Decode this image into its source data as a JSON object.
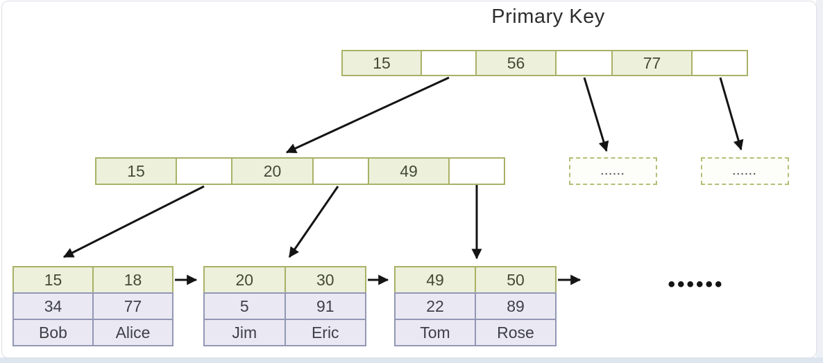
{
  "title": "Primary Key",
  "root_node": {
    "cells": [
      "15",
      "",
      "56",
      "",
      "77",
      ""
    ]
  },
  "internal_node": {
    "cells": [
      "15",
      "",
      "20",
      "",
      "49",
      ""
    ]
  },
  "dashed_boxes": [
    {
      "label": "......"
    },
    {
      "label": "......"
    }
  ],
  "leaf_tables": [
    {
      "keys": [
        "15",
        "18"
      ],
      "row2": [
        "34",
        "77"
      ],
      "row3": [
        "Bob",
        "Alice"
      ]
    },
    {
      "keys": [
        "20",
        "30"
      ],
      "row2": [
        "5",
        "91"
      ],
      "row3": [
        "Jim",
        "Eric"
      ]
    },
    {
      "keys": [
        "49",
        "50"
      ],
      "row2": [
        "22",
        "89"
      ],
      "row3": [
        "Tom",
        "Rose"
      ]
    }
  ],
  "leaf_ellipsis": "••••••",
  "colors": {
    "key_cell_fill": "#edf0db",
    "key_cell_border": "#a9b166",
    "data_cell_fill": "#eae9f3",
    "data_cell_border": "#9297b4",
    "arrow": "#141414",
    "page_margin": "#dde5ef"
  }
}
